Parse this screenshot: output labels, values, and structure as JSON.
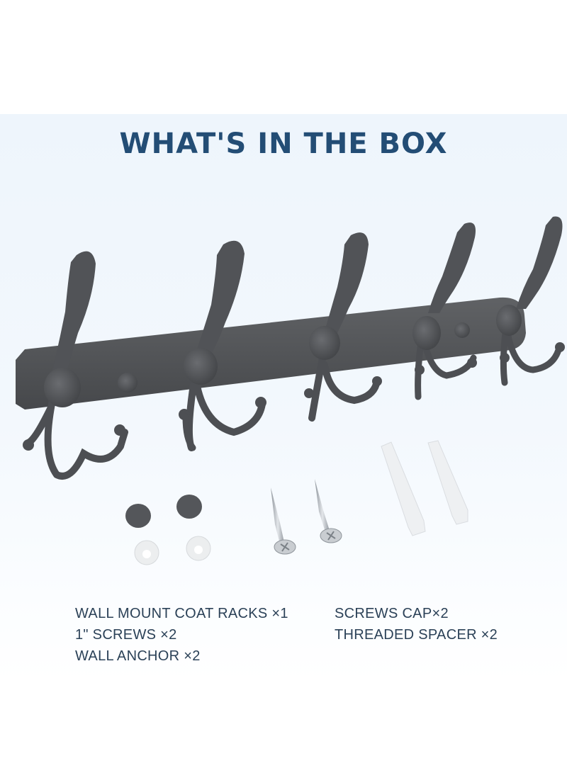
{
  "title": "WHAT'S IN THE BOX",
  "colors": {
    "title": "#234d75",
    "list_text": "#2b4157",
    "panel_bg": "#eef5fc",
    "rack_metal": "#55575a",
    "screw": "#b9bec4",
    "anchor": "#eef0f2"
  },
  "contents": {
    "left": [
      "WALL MOUNT COAT RACKS ×1",
      "1\" SCREWS ×2",
      "WALL ANCHOR ×2"
    ],
    "right": [
      "SCREWS CAP×2",
      "THREADED SPACER ×2"
    ]
  },
  "product": {
    "rack_hooks_count": 5,
    "screw_caps_count": 2,
    "spacers_count": 2,
    "screws_count": 2,
    "anchors_count": 2
  }
}
